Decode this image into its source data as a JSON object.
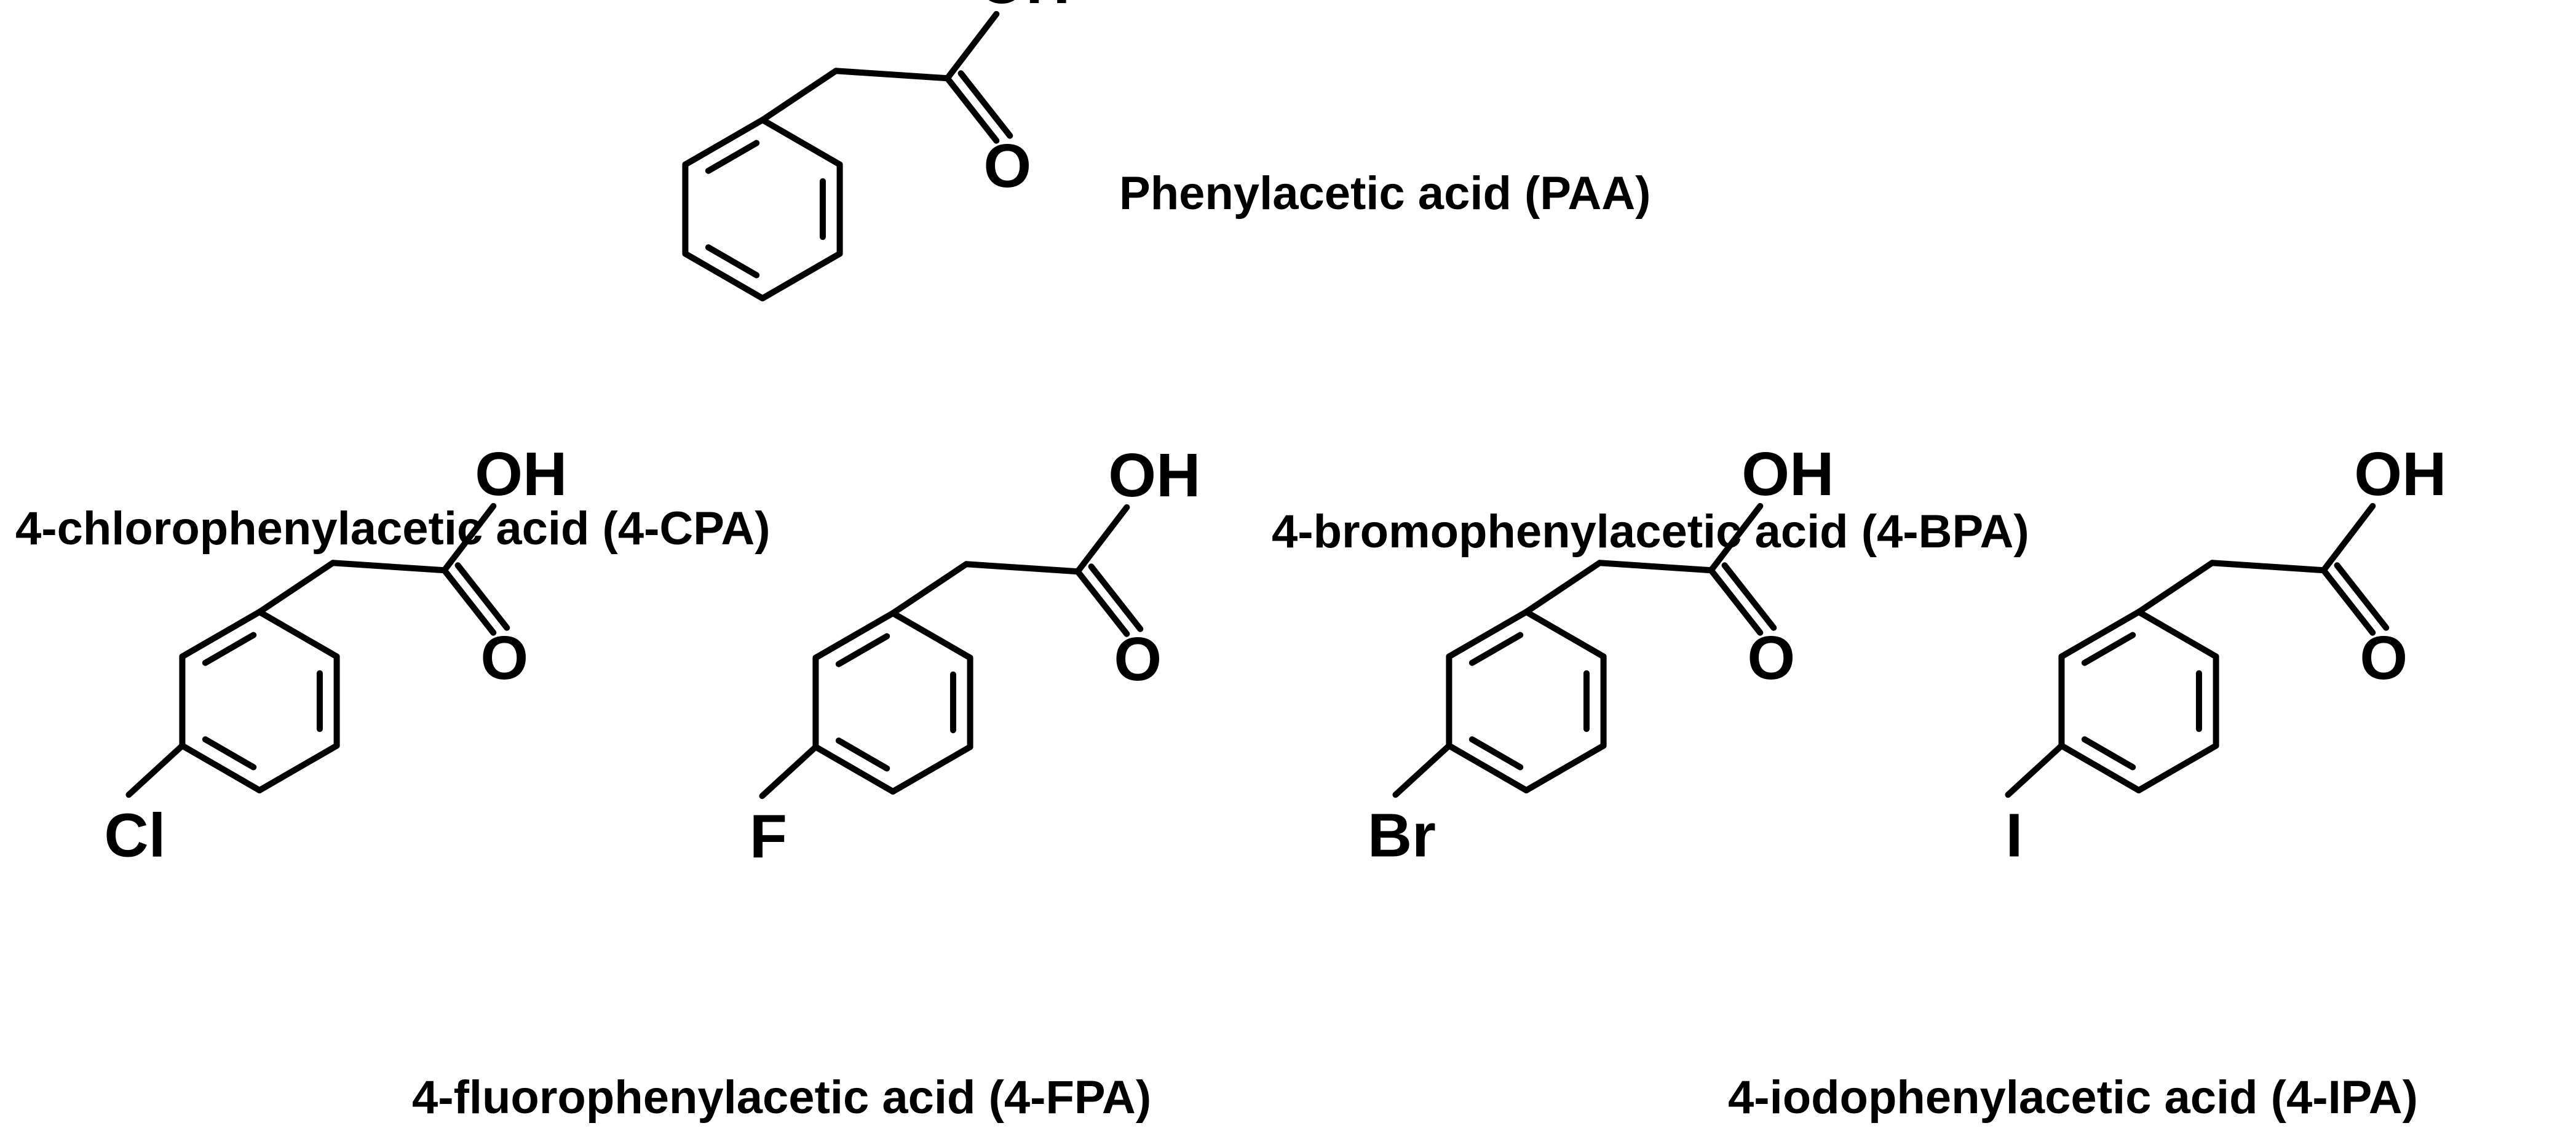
{
  "colors": {
    "ink": "#000000",
    "background": "#ffffff"
  },
  "molecules": [
    {
      "name": "Phenylacetic acid (PAA)",
      "substituent": "",
      "hydroxyl": "OH",
      "carbonyl_oxygen": "O"
    },
    {
      "name": "4-chlorophenylacetic acid (4-CPA)",
      "substituent": "Cl",
      "hydroxyl": "OH",
      "carbonyl_oxygen": "O"
    },
    {
      "name": "4-fluorophenylacetic acid (4-FPA)",
      "substituent": "F",
      "hydroxyl": "OH",
      "carbonyl_oxygen": "O"
    },
    {
      "name": "4-bromophenylacetic acid (4-BPA)",
      "substituent": "Br",
      "hydroxyl": "OH",
      "carbonyl_oxygen": "O"
    },
    {
      "name": "4-iodophenylacetic acid (4-IPA)",
      "substituent": "I",
      "hydroxyl": "OH",
      "carbonyl_oxygen": "O"
    }
  ]
}
